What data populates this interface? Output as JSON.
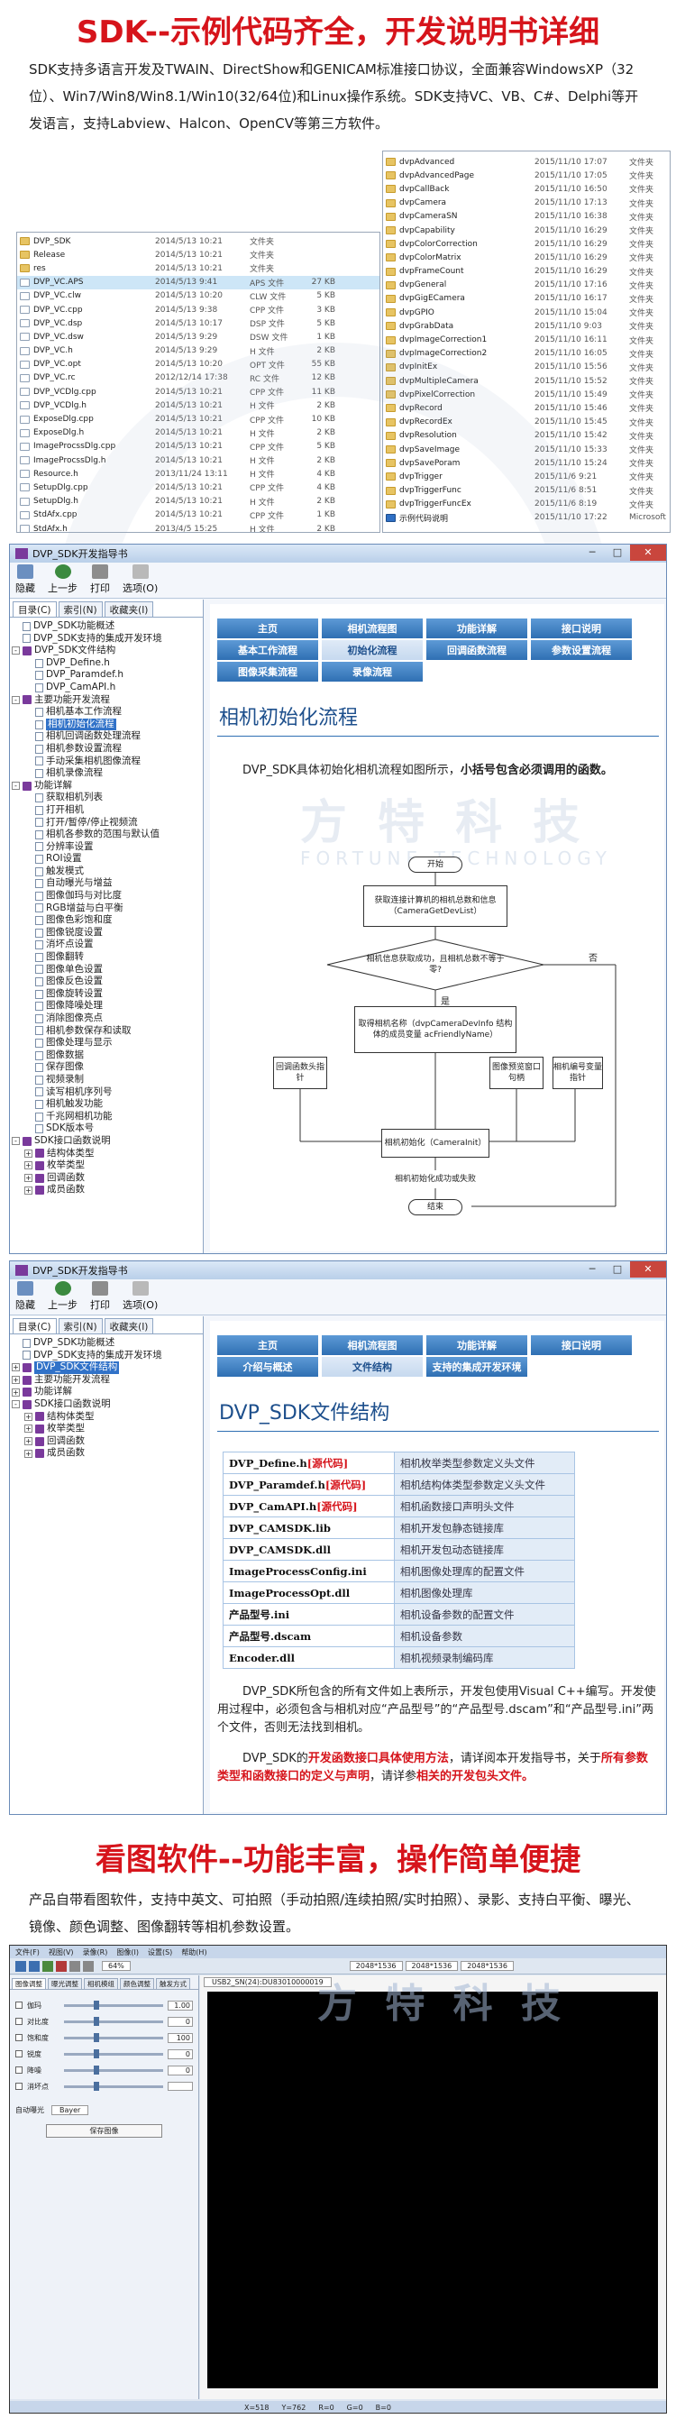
{
  "sdk_section": {
    "title": "SDK--示例代码齐全，开发说明书详细",
    "description": "SDK支持多语言开发及TWAIN、DirectShow和GENICAM标准接口协议，全面兼容WindowsXP（32位）、Win7/Win8/Win8.1/Win10(32/64位)和Linux操作系统。SDK支持VC、VB、C#、Delphi等开发语言，支持Labview、Halcon、OpenCV等第三方软件。"
  },
  "explorer_left": {
    "rows": [
      {
        "name": "DVP_SDK",
        "date": "2014/5/13 10:21",
        "type": "文件夹",
        "size": "",
        "kind": "folder"
      },
      {
        "name": "Release",
        "date": "2014/5/13 10:21",
        "type": "文件夹",
        "size": "",
        "kind": "folder"
      },
      {
        "name": "res",
        "date": "2014/5/13 10:21",
        "type": "文件夹",
        "size": "",
        "kind": "folder"
      },
      {
        "name": "DVP_VC.APS",
        "date": "2014/5/13 9:41",
        "type": "APS 文件",
        "size": "27 KB",
        "kind": "file",
        "selected": true
      },
      {
        "name": "DVP_VC.clw",
        "date": "2014/5/13 10:20",
        "type": "CLW 文件",
        "size": "5 KB",
        "kind": "file"
      },
      {
        "name": "DVP_VC.cpp",
        "date": "2014/5/13 9:38",
        "type": "CPP 文件",
        "size": "3 KB",
        "kind": "file"
      },
      {
        "name": "DVP_VC.dsp",
        "date": "2014/5/13 10:17",
        "type": "DSP 文件",
        "size": "5 KB",
        "kind": "file"
      },
      {
        "name": "DVP_VC.dsw",
        "date": "2014/5/13 9:29",
        "type": "DSW 文件",
        "size": "1 KB",
        "kind": "file"
      },
      {
        "name": "DVP_VC.h",
        "date": "2014/5/13 9:29",
        "type": "H 文件",
        "size": "2 KB",
        "kind": "file"
      },
      {
        "name": "DVP_VC.opt",
        "date": "2014/5/13 10:20",
        "type": "OPT 文件",
        "size": "55 KB",
        "kind": "file"
      },
      {
        "name": "DVP_VC.rc",
        "date": "2012/12/14 17:38",
        "type": "RC 文件",
        "size": "12 KB",
        "kind": "file"
      },
      {
        "name": "DVP_VCDlg.cpp",
        "date": "2014/5/13 10:21",
        "type": "CPP 文件",
        "size": "11 KB",
        "kind": "file"
      },
      {
        "name": "DVP_VCDlg.h",
        "date": "2014/5/13 10:21",
        "type": "H 文件",
        "size": "2 KB",
        "kind": "file"
      },
      {
        "name": "ExposeDlg.cpp",
        "date": "2014/5/13 10:21",
        "type": "CPP 文件",
        "size": "10 KB",
        "kind": "file"
      },
      {
        "name": "ExposeDlg.h",
        "date": "2014/5/13 10:21",
        "type": "H 文件",
        "size": "2 KB",
        "kind": "file"
      },
      {
        "name": "ImageProcssDlg.cpp",
        "date": "2014/5/13 10:21",
        "type": "CPP 文件",
        "size": "5 KB",
        "kind": "file"
      },
      {
        "name": "ImageProcssDlg.h",
        "date": "2014/5/13 10:21",
        "type": "H 文件",
        "size": "2 KB",
        "kind": "file"
      },
      {
        "name": "Resource.h",
        "date": "2013/11/24 13:11",
        "type": "H 文件",
        "size": "4 KB",
        "kind": "file"
      },
      {
        "name": "SetupDlg.cpp",
        "date": "2014/5/13 10:21",
        "type": "CPP 文件",
        "size": "4 KB",
        "kind": "file"
      },
      {
        "name": "SetupDlg.h",
        "date": "2014/5/13 10:21",
        "type": "H 文件",
        "size": "2 KB",
        "kind": "file"
      },
      {
        "name": "StdAfx.cpp",
        "date": "2014/5/13 10:21",
        "type": "CPP 文件",
        "size": "1 KB",
        "kind": "file"
      },
      {
        "name": "StdAfx.h",
        "date": "2013/4/5 15:25",
        "type": "H 文件",
        "size": "2 KB",
        "kind": "file"
      }
    ]
  },
  "explorer_right": {
    "rows": [
      {
        "name": "dvpAdvanced",
        "date": "2015/11/10 17:07"
      },
      {
        "name": "dvpAdvancedPage",
        "date": "2015/11/10 17:05"
      },
      {
        "name": "dvpCallBack",
        "date": "2015/11/10 16:50"
      },
      {
        "name": "dvpCamera",
        "date": "2015/11/10 17:13"
      },
      {
        "name": "dvpCameraSN",
        "date": "2015/11/10 16:38"
      },
      {
        "name": "dvpCapability",
        "date": "2015/11/10 16:29"
      },
      {
        "name": "dvpColorCorrection",
        "date": "2015/11/10 16:29"
      },
      {
        "name": "dvpColorMatrix",
        "date": "2015/11/10 16:29"
      },
      {
        "name": "dvpFrameCount",
        "date": "2015/11/10 16:29"
      },
      {
        "name": "dvpGeneral",
        "date": "2015/11/10 17:16"
      },
      {
        "name": "dvpGigECamera",
        "date": "2015/11/10 16:17"
      },
      {
        "name": "dvpGPIO",
        "date": "2015/11/10 15:04"
      },
      {
        "name": "dvpGrabData",
        "date": "2015/11/10 9:03"
      },
      {
        "name": "dvpImageCorrection1",
        "date": "2015/11/10 16:11"
      },
      {
        "name": "dvpImageCorrection2",
        "date": "2015/11/10 16:05"
      },
      {
        "name": "dvpInitEx",
        "date": "2015/11/10 15:56"
      },
      {
        "name": "dvpMultipleCamera",
        "date": "2015/11/10 15:52"
      },
      {
        "name": "dvpPixelCorrection",
        "date": "2015/11/10 15:49"
      },
      {
        "name": "dvpRecord",
        "date": "2015/11/10 15:46"
      },
      {
        "name": "dvpRecordEx",
        "date": "2015/11/10 15:45"
      },
      {
        "name": "dvpResolution",
        "date": "2015/11/10 15:42"
      },
      {
        "name": "dvpSaveImage",
        "date": "2015/11/10 15:33"
      },
      {
        "name": "dvpSavePoram",
        "date": "2015/11/10 15:24"
      },
      {
        "name": "dvpTrigger",
        "date": "2015/11/6 9:21"
      },
      {
        "name": "dvpTriggerFunc",
        "date": "2015/11/6 8:51"
      },
      {
        "name": "dvpTriggerFuncEx",
        "date": "2015/11/6 8:19"
      },
      {
        "name": "示例代码说明",
        "date": "2015/11/10 17:22",
        "last_col": "Microsoft"
      }
    ]
  },
  "help1": {
    "title": "DVP_SDK开发指导书",
    "toolbar": [
      "隐藏",
      "上一步",
      "打印",
      "选项(O)"
    ],
    "tabs": [
      "目录(C)",
      "索引(N)",
      "收藏夹(I)"
    ],
    "tree": [
      {
        "label": "DVP_SDK功能概述",
        "type": "page",
        "level": 0
      },
      {
        "label": "DVP_SDK支持的集成开发环境",
        "type": "page",
        "level": 0
      },
      {
        "label": "DVP_SDK文件结构",
        "type": "book",
        "level": 0,
        "box": "-"
      },
      {
        "label": "DVP_Define.h",
        "type": "page",
        "level": 1
      },
      {
        "label": "DVP_Paramdef.h",
        "type": "page",
        "level": 1
      },
      {
        "label": "DVP_CamAPI.h",
        "type": "page",
        "level": 1
      },
      {
        "label": "主要功能开发流程",
        "type": "book",
        "level": 0,
        "box": "-"
      },
      {
        "label": "相机基本工作流程",
        "type": "page",
        "level": 1
      },
      {
        "label": "相机初始化流程",
        "type": "page",
        "level": 1,
        "highlight": true
      },
      {
        "label": "相机回调函数处理流程",
        "type": "page",
        "level": 1
      },
      {
        "label": "相机参数设置流程",
        "type": "page",
        "level": 1
      },
      {
        "label": "手动采集相机图像流程",
        "type": "page",
        "level": 1
      },
      {
        "label": "相机录像流程",
        "type": "page",
        "level": 1
      },
      {
        "label": "功能详解",
        "type": "book",
        "level": 0,
        "box": "-"
      },
      {
        "label": "获取相机列表",
        "type": "page",
        "level": 1
      },
      {
        "label": "打开相机",
        "type": "page",
        "level": 1
      },
      {
        "label": "打开/暂停/停止视频流",
        "type": "page",
        "level": 1
      },
      {
        "label": "相机各参数的范围与默认值",
        "type": "page",
        "level": 1
      },
      {
        "label": "分辨率设置",
        "type": "page",
        "level": 1
      },
      {
        "label": "ROI设置",
        "type": "page",
        "level": 1
      },
      {
        "label": "触发模式",
        "type": "page",
        "level": 1
      },
      {
        "label": "自动曝光与增益",
        "type": "page",
        "level": 1
      },
      {
        "label": "图像伽玛与对比度",
        "type": "page",
        "level": 1
      },
      {
        "label": "RGB增益与白平衡",
        "type": "page",
        "level": 1
      },
      {
        "label": "图像色彩饱和度",
        "type": "page",
        "level": 1
      },
      {
        "label": "图像锐度设置",
        "type": "page",
        "level": 1
      },
      {
        "label": "消坏点设置",
        "type": "page",
        "level": 1
      },
      {
        "label": "图像翻转",
        "type": "page",
        "level": 1
      },
      {
        "label": "图像单色设置",
        "type": "page",
        "level": 1
      },
      {
        "label": "图像反色设置",
        "type": "page",
        "level": 1
      },
      {
        "label": "图像旋转设置",
        "type": "page",
        "level": 1
      },
      {
        "label": "图像降噪处理",
        "type": "page",
        "level": 1
      },
      {
        "label": "消除图像亮点",
        "type": "page",
        "level": 1
      },
      {
        "label": "相机参数保存和读取",
        "type": "page",
        "level": 1
      },
      {
        "label": "图像处理与显示",
        "type": "page",
        "level": 1
      },
      {
        "label": "图像数据",
        "type": "page",
        "level": 1
      },
      {
        "label": "保存图像",
        "type": "page",
        "level": 1
      },
      {
        "label": "视频录制",
        "type": "page",
        "level": 1
      },
      {
        "label": "读写相机序列号",
        "type": "page",
        "level": 1
      },
      {
        "label": "相机触发功能",
        "type": "page",
        "level": 1
      },
      {
        "label": "千兆网相机功能",
        "type": "page",
        "level": 1
      },
      {
        "label": "SDK版本号",
        "type": "page",
        "level": 1
      },
      {
        "label": "SDK接口函数说明",
        "type": "book",
        "level": 0,
        "box": "-"
      },
      {
        "label": "结构体类型",
        "type": "book",
        "level": 1,
        "box": "+"
      },
      {
        "label": "枚举类型",
        "type": "book",
        "level": 1,
        "box": "+"
      },
      {
        "label": "回调函数",
        "type": "book",
        "level": 1,
        "box": "+"
      },
      {
        "label": "成员函数",
        "type": "book",
        "level": 1,
        "box": "+"
      }
    ],
    "nav_row1": [
      "主页",
      "相机流程图",
      "功能详解",
      "接口说明"
    ],
    "nav_row2": [
      "基本工作流程",
      "初始化流程",
      "回调函数流程",
      "参数设置流程"
    ],
    "nav_row3": [
      "图像采集流程",
      "录像流程"
    ],
    "heading": "相机初始化流程",
    "body_plain": "DVP_SDK具体初始化相机流程如图所示，",
    "body_bold": "小括号包含必须调用的函数。",
    "flow": {
      "start": "开始",
      "get_count": "获取连接计算机的相机总数和信息（CameraGetDevList）",
      "decision": "相机信息获取成功，且相机总数不等于零?",
      "no": "否",
      "yes": "是",
      "get_name": "取得相机名称（dvpCameraDevInfo 结构体的成员变量 acFriendlyName）",
      "callback": "回调函数头指针",
      "preview": "图像预览窗口句柄",
      "cam_handle": "相机编号变量指针",
      "init": "相机初始化（CameraInit）",
      "result": "相机初始化成功或失败",
      "end": "结束"
    },
    "watermark_cn": "方 特 科 技",
    "watermark_en": "FORTUNE TECHNOLOGY"
  },
  "help2": {
    "title": "DVP_SDK开发指导书",
    "toolbar": [
      "隐藏",
      "上一步",
      "打印",
      "选项(O)"
    ],
    "tabs": [
      "目录(C)",
      "索引(N)",
      "收藏夹(I)"
    ],
    "tree": [
      {
        "label": "DVP_SDK功能概述",
        "type": "page",
        "level": 0
      },
      {
        "label": "DVP_SDK支持的集成开发环境",
        "type": "page",
        "level": 0
      },
      {
        "label": "DVP_SDK文件结构",
        "type": "book",
        "level": 0,
        "box": "+",
        "highlight": true
      },
      {
        "label": "主要功能开发流程",
        "type": "book",
        "level": 0,
        "box": "+"
      },
      {
        "label": "功能详解",
        "type": "book",
        "level": 0,
        "box": "+"
      },
      {
        "label": "SDK接口函数说明",
        "type": "book",
        "level": 0,
        "box": "-"
      },
      {
        "label": "结构体类型",
        "type": "book",
        "level": 1,
        "box": "+"
      },
      {
        "label": "枚举类型",
        "type": "book",
        "level": 1,
        "box": "+"
      },
      {
        "label": "回调函数",
        "type": "book",
        "level": 1,
        "box": "+"
      },
      {
        "label": "成员函数",
        "type": "book",
        "level": 1,
        "box": "+"
      }
    ],
    "nav_row1": [
      "主页",
      "相机流程图",
      "功能详解",
      "接口说明"
    ],
    "nav_row2": [
      "介绍与概述",
      "文件结构",
      "支持的集成开发环境"
    ],
    "heading": "DVP_SDK文件结构",
    "files": [
      {
        "name": "DVP_Define.h",
        "tag": "[源代码]",
        "desc": "相机枚举类型参数定义头文件"
      },
      {
        "name": "DVP_Paramdef.h",
        "tag": "[源代码]",
        "desc": "相机结构体类型参数定义头文件"
      },
      {
        "name": "DVP_CamAPI.h",
        "tag": "[源代码]",
        "desc": "相机函数接口声明头文件"
      },
      {
        "name": "DVP_CAMSDK.lib",
        "tag": "",
        "desc": "相机开发包静态链接库"
      },
      {
        "name": "DVP_CAMSDK.dll",
        "tag": "",
        "desc": "相机开发包动态链接库"
      },
      {
        "name": "ImageProcessConfig.ini",
        "tag": "",
        "desc": "相机图像处理库的配置文件"
      },
      {
        "name": "ImageProcessOpt.dll",
        "tag": "",
        "desc": "相机图像处理库"
      },
      {
        "name": "产品型号.ini",
        "tag": "",
        "desc": "相机设备参数的配置文件"
      },
      {
        "name": "产品型号.dscam",
        "tag": "",
        "desc": "相机设备参数"
      },
      {
        "name": "Encoder.dll",
        "tag": "",
        "desc": "相机视频录制编码库"
      }
    ],
    "para1": "DVP_SDK所包含的所有文件如上表所示，开发包使用Visual C++编写。开发使用过程中，必须包含与相机对应“产品型号”的“产品型号.dscam”和“产品型号.ini”两个文件，否则无法找到相机。",
    "para2_a": "DVP_SDK的",
    "para2_b": "开发函数接口具体使用方法",
    "para2_c": "，请详阅本开发指导书，关于",
    "para2_d": "所有参数类型和函数接口的定义与声明",
    "para2_e": "，请详参",
    "para2_f": "相关的开发包头文件。"
  },
  "viewer_section": {
    "title": "看图软件--功能丰富，操作简单便捷",
    "description": "产品自带看图软件，支持中英文、可拍照（手动拍照/连续拍照/实时拍照）、录影、支持白平衡、曝光、镜像、颜色调整、图像翻转等相机参数设置。"
  },
  "viewer": {
    "menu": [
      "文件(F)",
      "视图(V)",
      "录像(R)",
      "图像(I)",
      "设置(S)",
      "帮助(H)"
    ],
    "zoom": "64%",
    "device_tab": "USB2_SN(24):DU83010000019",
    "res1": "2048*1536",
    "res2": "2048*1536",
    "res3": "2048*1536",
    "left_tabs": [
      "图像调整",
      "曝光调整",
      "相机模组",
      "颜色调整",
      "触发方式"
    ],
    "params": [
      {
        "label": "伽玛",
        "value": "1.00"
      },
      {
        "label": "对比度",
        "value": "0"
      },
      {
        "label": "饱和度",
        "value": "100"
      },
      {
        "label": "锐度",
        "value": "0"
      },
      {
        "label": "降噪",
        "value": "0"
      },
      {
        "label": "消坏点",
        "value": ""
      }
    ],
    "mode_label": "自动曝光",
    "mode_value": "Bayer",
    "save_btn": "保存图像",
    "status": [
      "X=518",
      "Y=762",
      "R=0",
      "G=0",
      "B=0"
    ],
    "watermark": "方 特 科 技"
  },
  "colors": {
    "title_red": "#d6141b",
    "nav_blue": "#2f6fb3",
    "highlight_red": "#d6141b"
  }
}
